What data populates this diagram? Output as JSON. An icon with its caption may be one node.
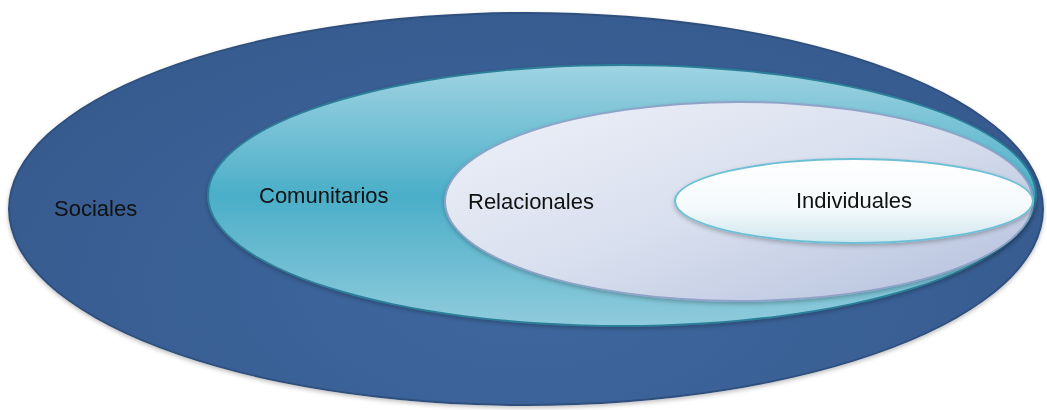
{
  "diagram": {
    "nodes": [
      {
        "text": [
          "Sociales"
        ]
      },
      {
        "text": [
          "Comunitarios"
        ],
        "in": 0
      },
      {
        "text": [
          "Relacionales"
        ],
        "in": 1
      },
      {
        "text": [
          "Individuales"
        ],
        "in": 2
      }
    ]
  }
}
